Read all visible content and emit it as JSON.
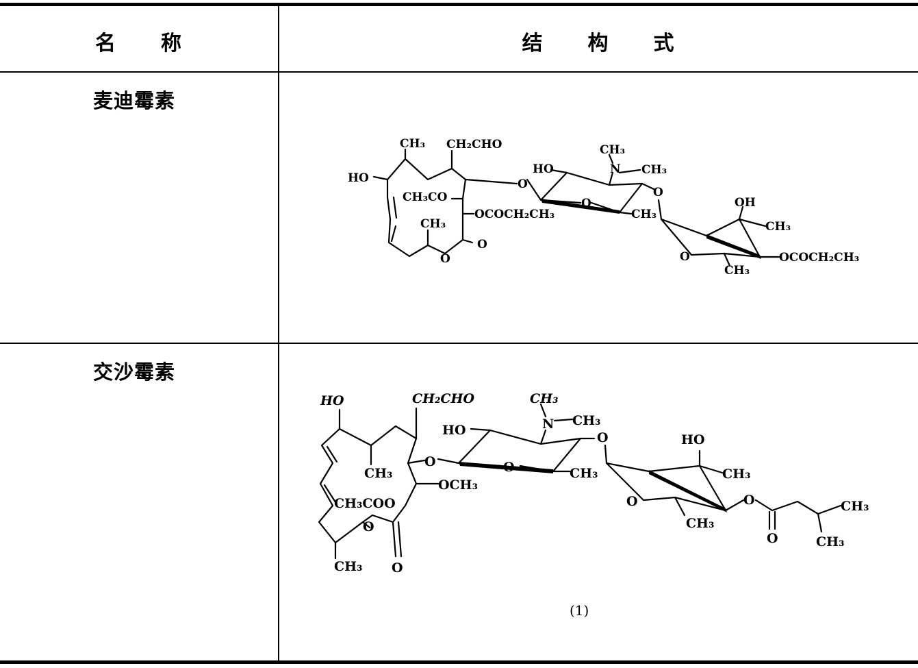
{
  "header": {
    "name_label": "名　　称",
    "structure_label": "结　　构　　式"
  },
  "rows": [
    {
      "name": "麦迪霉素",
      "labels": {
        "ch3_top": "CH₃",
        "ch2cho": "CH₂CHO",
        "ho": "HO",
        "ch3co": "CH₃CO",
        "ch3_ring": "CH₃",
        "ester_o": "O",
        "carbonyl_o": "O",
        "glyc_o": "O",
        "ocoet": "OCOCH₂CH₃",
        "ho_sugar": "HO",
        "n_ch3_top": "CH₃",
        "n": "N",
        "n_ch3_right": "CH₃",
        "ring_o": "O",
        "ch3_sugar": "CH₃",
        "o_link": "O",
        "oh_myc": "OH",
        "ch3_myc1": "CH₃",
        "ring_o2": "O",
        "ch3_myc2": "CH₃",
        "ocoet2": "OCOCH₂CH₃"
      }
    },
    {
      "name": "交沙霉素",
      "labels": {
        "ho": "HO",
        "ch2cho": "CH₂CHO",
        "ch3_mid": "CH₃",
        "och3": "OCH₃",
        "ch3coo": "CH₃COO",
        "ester_o": "O",
        "carbonyl_o": "O",
        "ch3_bottom": "CH₃",
        "glyc_o": "O",
        "ho_sugar": "HO",
        "n_ch3_top": "CH₃",
        "n": "N",
        "n_ch3_right": "CH₃",
        "ring_o": "O",
        "ch3_sugar": "CH₃",
        "o_link": "O",
        "ho_myc": "HO",
        "ch3_myc1": "CH₃",
        "ring_o2": "O",
        "ch3_myc2": "CH₃",
        "ester_o2": "O",
        "carbonyl_o2": "O",
        "ch3_iso1": "CH₃",
        "ch3_iso2": "CH₃"
      }
    }
  ],
  "note": "(1)"
}
